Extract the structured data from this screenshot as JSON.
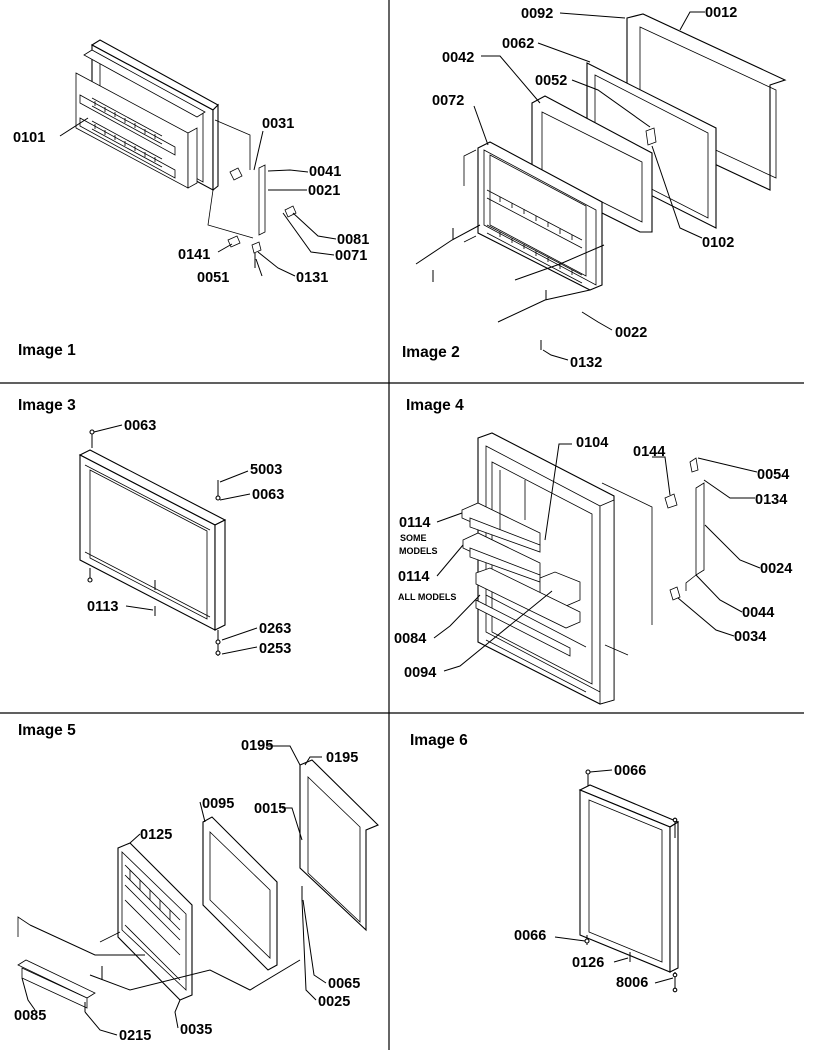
{
  "colors": {
    "ink": "#000000",
    "paper": "#ffffff"
  },
  "panels": [
    {
      "caption": "Image 1",
      "labels": [
        "0101",
        "0031",
        "0041",
        "0021",
        "0081",
        "0071",
        "0141",
        "0051",
        "0131"
      ]
    },
    {
      "caption": "Image 2",
      "labels": [
        "0092",
        "0012",
        "0062",
        "0042",
        "0052",
        "0072",
        "0102",
        "0022",
        "0132"
      ]
    },
    {
      "caption": "Image 3",
      "labels": [
        "0063",
        "5003",
        "0063",
        "0113",
        "0263",
        "0253"
      ]
    },
    {
      "caption": "Image 4",
      "labels": [
        "0104",
        "0144",
        "0054",
        "0134",
        "0114",
        "0114",
        "0024",
        "0044",
        "0084",
        "0034",
        "0094"
      ],
      "notes": [
        "SOME",
        "MODELS",
        "ALL MODELS"
      ]
    },
    {
      "caption": "Image 5",
      "labels": [
        "0195",
        "0195",
        "0095",
        "0015",
        "0125",
        "0065",
        "0025",
        "0085",
        "0215",
        "0035"
      ]
    },
    {
      "caption": "Image 6",
      "labels": [
        "0066",
        "0066",
        "0126",
        "8006"
      ]
    }
  ]
}
